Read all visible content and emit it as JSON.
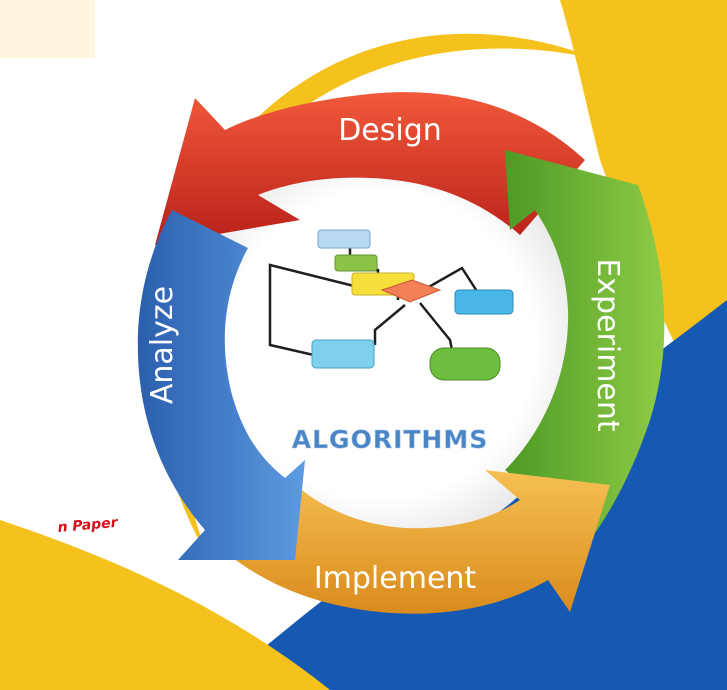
{
  "diagram": {
    "stages": [
      {
        "key": "design",
        "label": "Design",
        "color": "#e43a22"
      },
      {
        "key": "experiment",
        "label": "Experiment",
        "color": "#62a92e"
      },
      {
        "key": "implement",
        "label": "Implement",
        "color": "#eea02a"
      },
      {
        "key": "analyze",
        "label": "Analyze",
        "color": "#2f6fc0"
      }
    ],
    "center": {
      "label": "ALGORITHMS",
      "color": "#4a86c5"
    },
    "corner_text": "n Paper",
    "colors": {
      "background_yellow": "#f5c21d",
      "background_blue": "#1559b3",
      "corner_text": "#d2121b"
    }
  }
}
